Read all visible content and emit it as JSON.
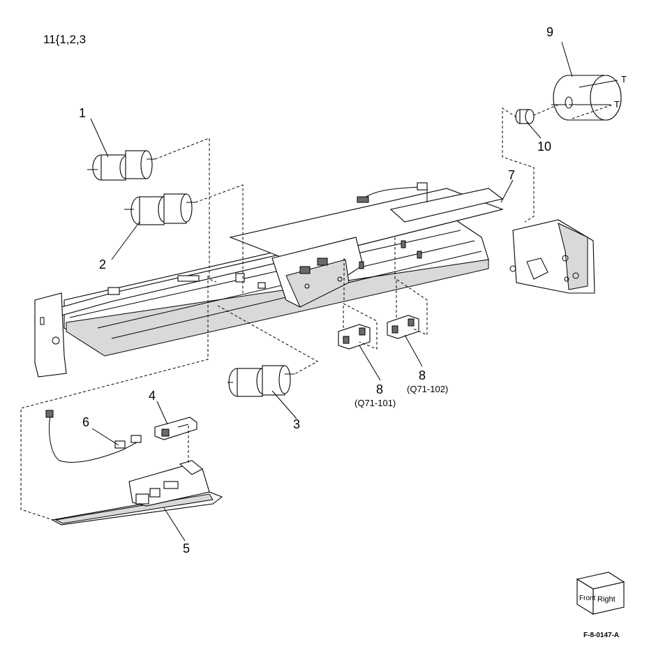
{
  "header_text": "11{1,2,3",
  "figure_ref": "F-8-0147-A",
  "orientation_box": {
    "front_label": "Front",
    "right_label": "Right"
  },
  "callouts": [
    {
      "id": "1",
      "label": "1"
    },
    {
      "id": "2",
      "label": "2"
    },
    {
      "id": "3",
      "label": "3"
    },
    {
      "id": "4",
      "label": "4"
    },
    {
      "id": "5",
      "label": "5"
    },
    {
      "id": "6",
      "label": "6"
    },
    {
      "id": "7",
      "label": "7"
    },
    {
      "id": "8a",
      "label": "8",
      "sub": "(Q71-101)"
    },
    {
      "id": "8b",
      "label": "8",
      "sub": "(Q71-102)"
    },
    {
      "id": "9",
      "label": "9"
    },
    {
      "id": "10",
      "label": "10"
    }
  ],
  "thread_markers": [
    "T",
    "T"
  ]
}
